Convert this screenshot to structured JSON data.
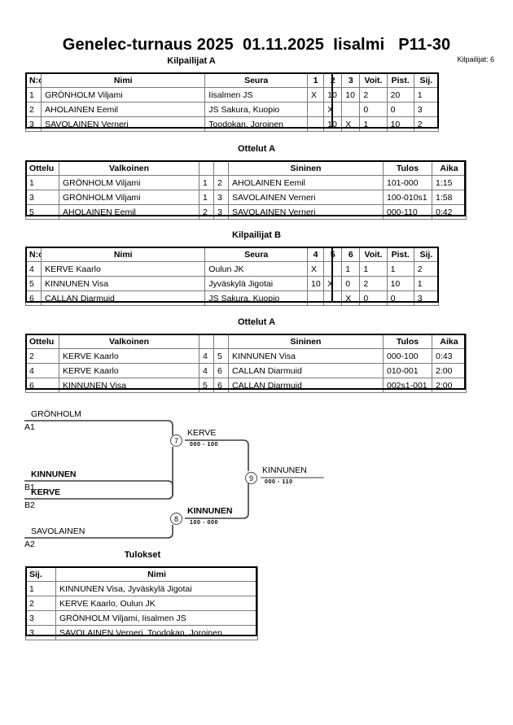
{
  "header": {
    "title": "Genelec-turnaus 2025  01.11.2025  Iisalmi   P11-30",
    "competitor_count": "Kilpailijat: 6"
  },
  "sections": {
    "pool_a_caption": "Kilpailijat A",
    "matches_a_caption": "Ottelut A",
    "pool_b_caption": "Kilpailijat B",
    "matches_b_caption": "Ottelut A",
    "results_caption": "Tulokset"
  },
  "pool_a": {
    "headers": [
      "N:o",
      "Nimi",
      "Seura",
      "1",
      "2",
      "3",
      "Voit.",
      "Pist.",
      "Sij."
    ],
    "rows": [
      {
        "no": "1",
        "nimi": "GRÖNHOLM Viljami",
        "seura": "Iisalmen JS",
        "m1": "X",
        "m2": "10",
        "m3": "10",
        "voit": "2",
        "pist": "20",
        "sij": "1"
      },
      {
        "no": "2",
        "nimi": "AHOLAINEN Eemil",
        "seura": "JS Sakura, Kuopio",
        "m1": "",
        "m2": "X",
        "m3": "",
        "voit": "0",
        "pist": "0",
        "sij": "3"
      },
      {
        "no": "3",
        "nimi": "SAVOLAINEN Verneri",
        "seura": "Toodokan, Joroinen",
        "m1": "",
        "m2": "10",
        "m3": "X",
        "voit": "1",
        "pist": "10",
        "sij": "2"
      }
    ]
  },
  "matches_a": {
    "headers": [
      "Ottelu",
      "Valkoinen",
      "",
      "",
      "Sininen",
      "Tulos",
      "Aika"
    ],
    "rows": [
      {
        "ottelu": "1",
        "valkoinen": "GRÖNHOLM Viljami",
        "valkoinen_bold": true,
        "wno": "1",
        "sno": "2",
        "sininen": "AHOLAINEN Eemil",
        "sininen_bold": false,
        "tulos": "101-000",
        "aika": "1:15"
      },
      {
        "ottelu": "3",
        "valkoinen": "GRÖNHOLM Viljami",
        "valkoinen_bold": true,
        "wno": "1",
        "sno": "3",
        "sininen": "SAVOLAINEN Verneri",
        "sininen_bold": false,
        "tulos": "100-010s1",
        "aika": "1:58"
      },
      {
        "ottelu": "5",
        "valkoinen": "AHOLAINEN Eemil",
        "valkoinen_bold": false,
        "wno": "2",
        "sno": "3",
        "sininen": "SAVOLAINEN Verneri",
        "sininen_bold": true,
        "tulos": "000-110",
        "aika": "0:42"
      }
    ]
  },
  "pool_b": {
    "headers": [
      "N:o",
      "Nimi",
      "Seura",
      "4",
      "5",
      "6",
      "Voit.",
      "Pist.",
      "Sij."
    ],
    "rows": [
      {
        "no": "4",
        "nimi": "KERVE Kaarlo",
        "seura": "Oulun JK",
        "m1": "X",
        "m2": "",
        "m3": "1",
        "voit": "1",
        "pist": "1",
        "sij": "2"
      },
      {
        "no": "5",
        "nimi": "KINNUNEN Visa",
        "seura": "Jyväskylä Jigotai",
        "m1": "10",
        "m2": "X",
        "m3": "0",
        "voit": "2",
        "pist": "10",
        "sij": "1"
      },
      {
        "no": "6",
        "nimi": "CALLAN Diarmuid",
        "seura": "JS Sakura, Kuopio",
        "m1": "",
        "m2": "",
        "m3": "X",
        "voit": "0",
        "pist": "0",
        "sij": "3"
      }
    ]
  },
  "matches_b": {
    "headers": [
      "Ottelu",
      "Valkoinen",
      "",
      "",
      "Sininen",
      "Tulos",
      "Aika"
    ],
    "rows": [
      {
        "ottelu": "2",
        "valkoinen": "KERVE Kaarlo",
        "valkoinen_bold": false,
        "wno": "4",
        "sno": "5",
        "sininen": "KINNUNEN Visa",
        "sininen_bold": true,
        "tulos": "000-100",
        "aika": "0:43"
      },
      {
        "ottelu": "4",
        "valkoinen": "KERVE Kaarlo",
        "valkoinen_bold": true,
        "wno": "4",
        "sno": "6",
        "sininen": "CALLAN Diarmuid",
        "sininen_bold": false,
        "tulos": "010-001",
        "aika": "2:00"
      },
      {
        "ottelu": "6",
        "valkoinen": "KINNUNEN Visa",
        "valkoinen_bold": true,
        "wno": "5",
        "sno": "6",
        "sininen": "CALLAN Diarmuid",
        "sininen_bold": false,
        "tulos": "002s1-001",
        "aika": "2:00"
      }
    ]
  },
  "bracket": {
    "entries": [
      {
        "name": "GRÖNHOLM",
        "seed": "A1",
        "bold": false
      },
      {
        "name": "KERVE",
        "seed": "B2",
        "bold": true
      },
      {
        "name": "KINNUNEN",
        "seed": "B1",
        "bold": true
      },
      {
        "name": "SAVOLAINEN",
        "seed": "A2",
        "bold": false
      }
    ],
    "semifinal_1": {
      "number": "7",
      "winner": "KERVE",
      "score": "000 - 100",
      "bold": false
    },
    "semifinal_2": {
      "number": "8",
      "winner": "KINNUNEN",
      "score": "100 - 000",
      "bold": true
    },
    "final": {
      "number": "9",
      "winner": "KINNUNEN",
      "score": "000 - 110",
      "bold": false
    }
  },
  "results": {
    "headers": [
      "Sij.",
      "Nimi"
    ],
    "rows": [
      {
        "sij": "1",
        "nimi": "KINNUNEN Visa, Jyväskylä Jigotai"
      },
      {
        "sij": "2",
        "nimi": "KERVE Kaarlo, Oulun JK"
      },
      {
        "sij": "3",
        "nimi": "GRÖNHOLM Viljami, Iisalmen JS"
      },
      {
        "sij": "3",
        "nimi": "SAVOLAINEN Verneri, Toodokan, Joroinen"
      }
    ]
  }
}
